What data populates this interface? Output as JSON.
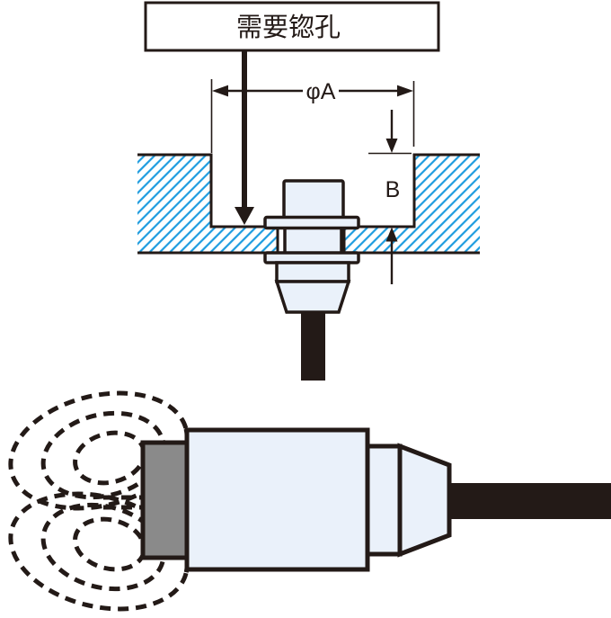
{
  "diagram": {
    "callout": {
      "label": "需要锪孔"
    },
    "dimensions": {
      "diameter": "φA",
      "depth": "B"
    }
  },
  "colors": {
    "outline": "#231A17",
    "hatch": "#1E9CDF",
    "fill_light": "#EAF1FA",
    "face_gray": "#8A8A8A",
    "cable": "#231A17",
    "background": "#FFFFFF"
  }
}
